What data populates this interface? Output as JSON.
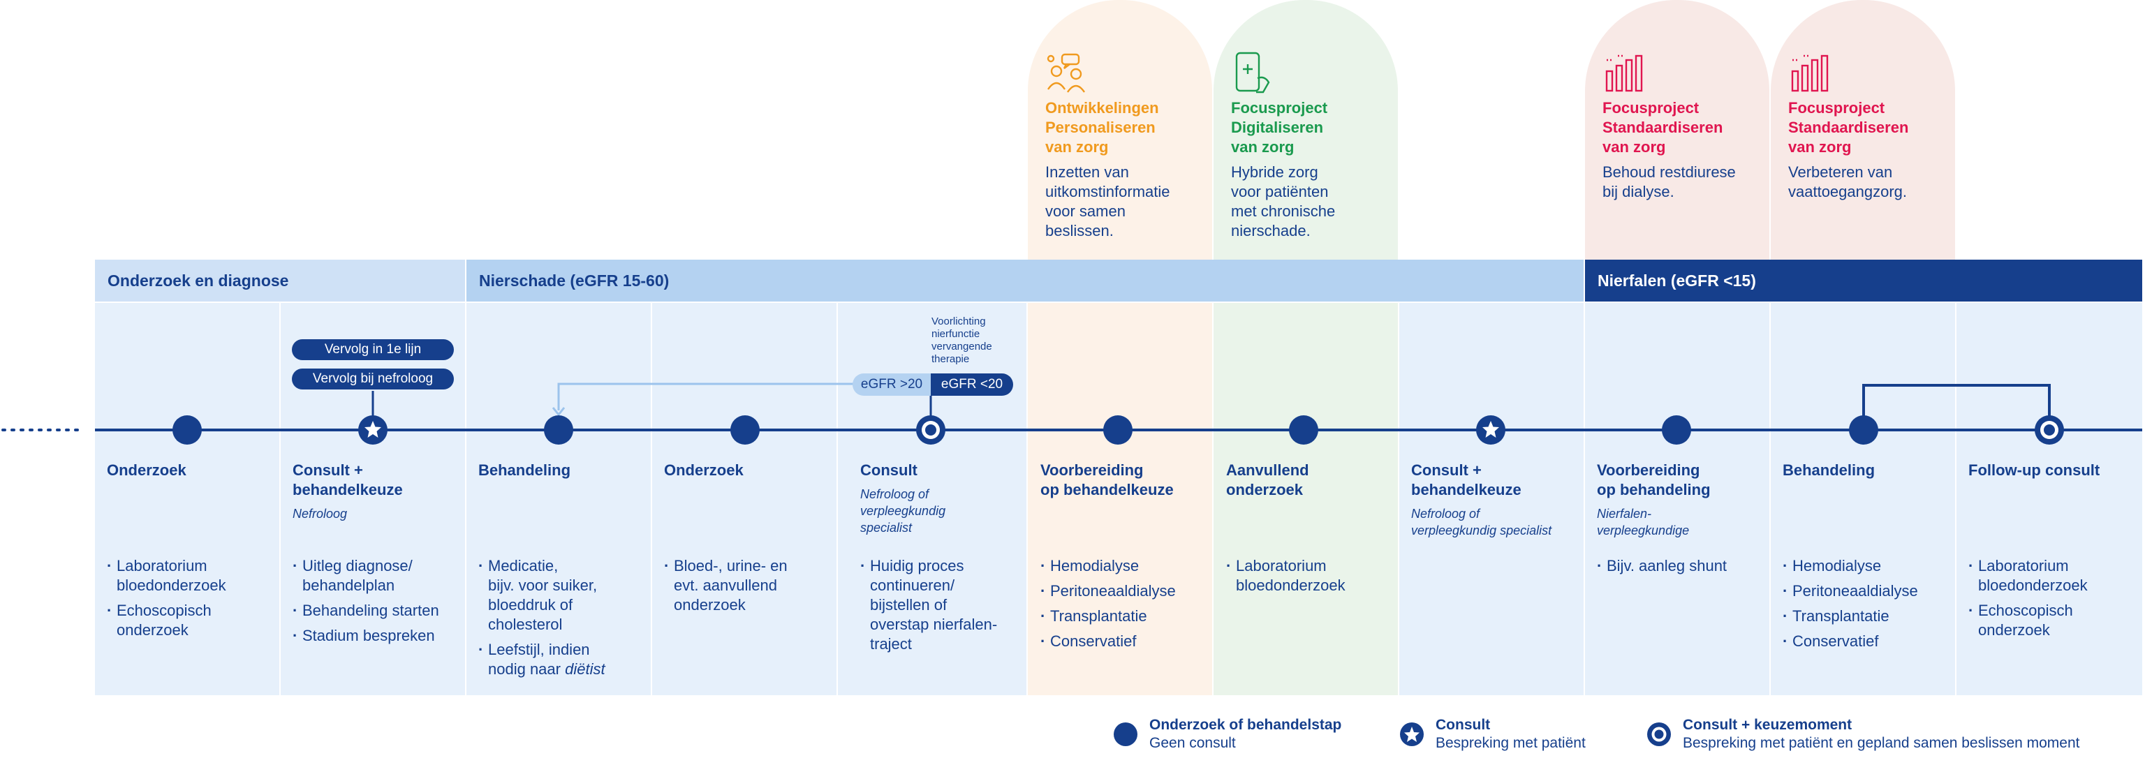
{
  "colors": {
    "navy": "#163f8c",
    "light_bar": "#cfe1f6",
    "mid_bar": "#b4d2f1",
    "column_bg": "#e6f0fb",
    "orange": "#f09a1e",
    "green": "#1a9a4e",
    "red": "#e0154f"
  },
  "phases": {
    "onderzoek": "Onderzoek en diagnose",
    "nierschade": "Nierschade (eGFR 15-60)",
    "nierfalen": "Nierfalen (eGFR <15)"
  },
  "projects": [
    {
      "icon": "people-chat-icon",
      "title": "Ontwikkelingen\nPersonaliseren\nvan zorg",
      "desc": "Inzetten van\nuitkomstinformatie\nvoor samen\nbeslissen."
    },
    {
      "icon": "phone-medical-icon",
      "title": "Focusproject\nDigitaliseren\nvan zorg",
      "desc": "Hybride zorg\nvoor patiënten\nmet chronische\nnierschade."
    },
    {
      "icon": "bar-chart-icon",
      "title": "Focusproject\nStandaardiseren\nvan zorg",
      "desc": "Behoud restdiurese\nbij dialyse."
    },
    {
      "icon": "bar-chart-icon",
      "title": "Focusproject\nStandaardiseren\nvan zorg",
      "desc": "Verbeteren van\nvaattoegangzorg."
    }
  ],
  "pills": {
    "vervolg_1e_lijn": "Vervolg in 1e lijn",
    "vervolg_nefroloog": "Vervolg bij nefroloog",
    "egfr_gt20": "eGFR >20",
    "egfr_lt20": "eGFR <20",
    "voorlichting": "Voorlichting\nnierfunctie\nvervangende\ntherapie"
  },
  "steps": [
    {
      "title": "Onderzoek",
      "sub": "",
      "bullets": [
        "Laboratorium\nbloedonderzoek",
        "Echoscopisch\nonderzoek"
      ]
    },
    {
      "title": "Consult +\nbehandelkeuze",
      "sub": "Nefroloog",
      "bullets": [
        "Uitleg diagnose/\nbehandelplan",
        "Behandeling starten",
        "Stadium bespreken"
      ]
    },
    {
      "title": "Behandeling",
      "sub": "",
      "bullets": [
        "Medicatie,\nbijv. voor suiker,\nbloeddruk of\ncholesterol",
        "Leefstijl, indien\nnodig naar diëtist"
      ]
    },
    {
      "title": "Onderzoek",
      "sub": "",
      "bullets": [
        "Bloed-, urine- en\nevt. aanvullend\nonderzoek"
      ]
    },
    {
      "title": "Consult",
      "sub": "Nefroloog of\nverpleegkundig\nspecialist",
      "bullets": [
        "Huidig proces\ncontinueren/\nbijstellen of\noverstap nierfalen-\ntraject"
      ]
    },
    {
      "title": "Voorbereiding\nop behandelkeuze",
      "sub": "",
      "bullets": [
        "Hemodialyse",
        "Peritoneaaldialyse",
        "Transplantatie",
        "Conservatief"
      ]
    },
    {
      "title": "Aanvullend\nonderzoek",
      "sub": "",
      "bullets": [
        "Laboratorium\nbloedonderzoek"
      ]
    },
    {
      "title": "Consult +\nbehandelkeuze",
      "sub": "Nefroloog of\nverpleegkundig specialist",
      "bullets": []
    },
    {
      "title": "Voorbereiding\nop behandeling",
      "sub": "Nierfalen-\nverpleegkundige",
      "bullets": [
        "Bijv. aanleg shunt"
      ]
    },
    {
      "title": "Behandeling",
      "sub": "",
      "bullets": [
        "Hemodialyse",
        "Peritoneaaldialyse",
        "Transplantatie",
        "Conservatief"
      ]
    },
    {
      "title": "Follow-up consult",
      "sub": "",
      "bullets": [
        "Laboratorium\nbloedonderzoek",
        "Echoscopisch\nonderzoek"
      ]
    }
  ],
  "legend": [
    {
      "icon": "filled-circle-icon",
      "title": "Onderzoek of behandelstap",
      "sub": "Geen consult"
    },
    {
      "icon": "star-circle-icon",
      "title": "Consult",
      "sub": "Bespreking met patiënt"
    },
    {
      "icon": "ring-circle-icon",
      "title": "Consult + keuzemoment",
      "sub": "Bespreking met patiënt en gepland samen beslissen moment"
    }
  ]
}
